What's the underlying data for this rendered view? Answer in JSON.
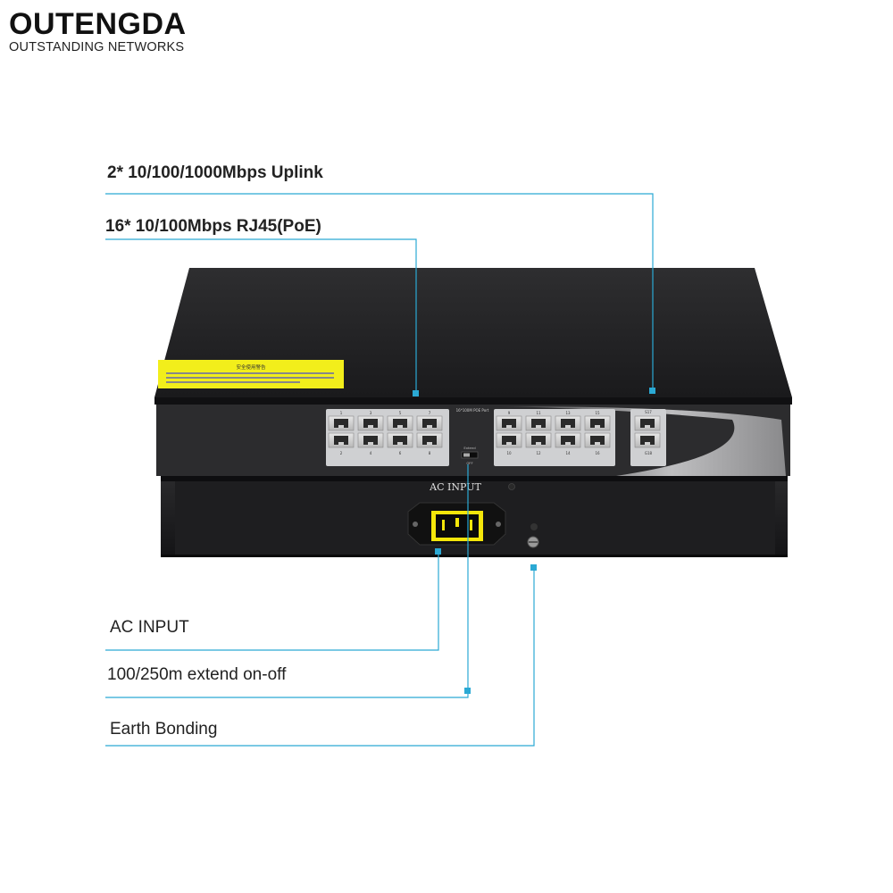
{
  "brand": {
    "name": "OUTENGDA",
    "tagline": "OUTSTANDING NETWORKS"
  },
  "callouts": {
    "uplink": "2* 10/100/1000Mbps Uplink",
    "poe_ports": "16* 10/100Mbps RJ45(PoE)",
    "ac_input": "AC INPUT",
    "extend_switch": "100/250m extend on-off",
    "earth": "Earth Bonding"
  },
  "device": {
    "power_label": "AC INPUT",
    "panel_title": "16*100M POE Port",
    "uplink_header": "S17",
    "switch_labels": [
      "Extend",
      "ON",
      "OFF"
    ],
    "port_numbers_top": [
      "1",
      "3",
      "5",
      "7",
      "9",
      "11",
      "13",
      "15"
    ],
    "port_numbers_bottom": [
      "2",
      "4",
      "6",
      "8",
      "10",
      "12",
      "14",
      "16"
    ],
    "uplink_bottom": "G18",
    "warning_sticker_title": "安全使用警告"
  },
  "colors": {
    "callout_line": "#2ba9d4",
    "chassis": "#1c1c1e",
    "sticker": "#f2ee1b"
  }
}
